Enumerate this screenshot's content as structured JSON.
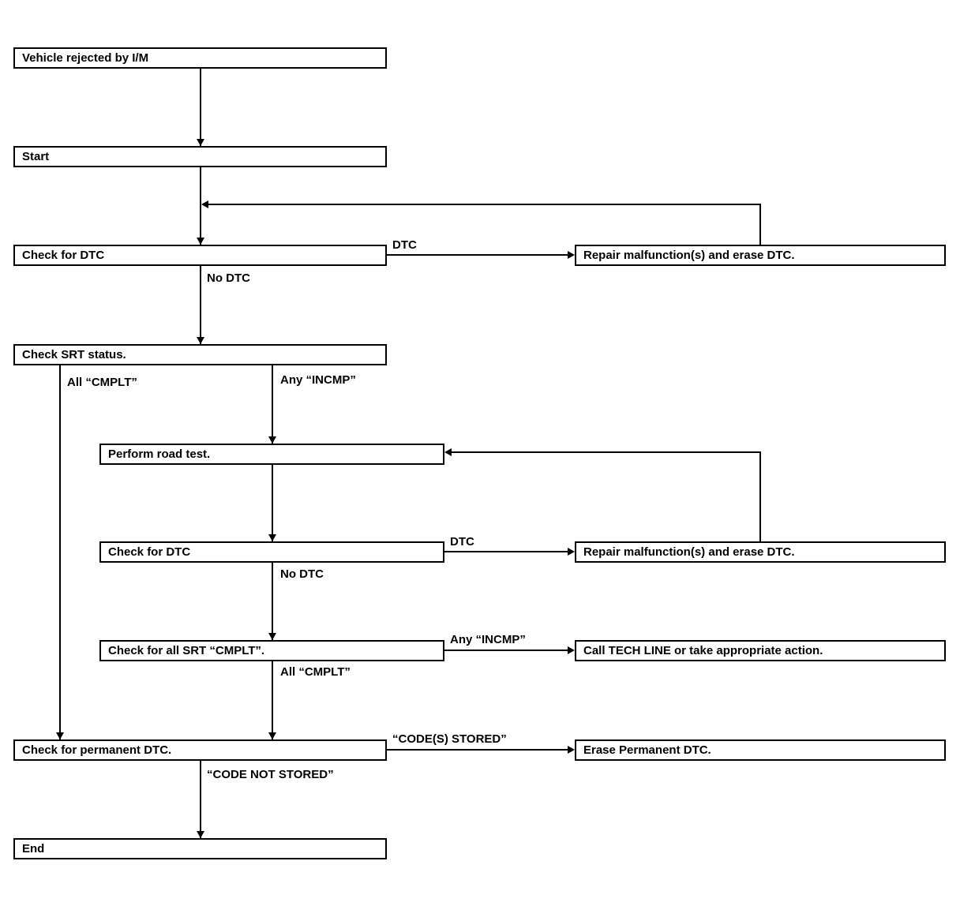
{
  "diagram": {
    "background": "#ffffff",
    "line_color": "#000000",
    "nodes": {
      "vehicle_rejected": "Vehicle rejected by I/M",
      "start": "Start",
      "check_dtc_1": "Check for DTC",
      "repair_1": "Repair malfunction(s) and erase DTC.",
      "check_srt": "Check SRT status.",
      "road_test": "Perform road test.",
      "check_dtc_2": "Check for DTC",
      "repair_2": "Repair malfunction(s) and erase DTC.",
      "check_all_srt": "Check for all SRT “CMPLT”.",
      "tech_line": "Call TECH LINE or take appropriate action.",
      "check_permanent": "Check for permanent DTC.",
      "erase_permanent": "Erase Permanent DTC.",
      "end": "End"
    },
    "edge_labels": {
      "dtc_1": "DTC",
      "no_dtc_1": "No DTC",
      "all_cmplt_1": "All “CMPLT”",
      "any_incmp_1": "Any “INCMP”",
      "dtc_2": "DTC",
      "no_dtc_2": "No DTC",
      "any_incmp_2": "Any “INCMP”",
      "all_cmplt_2": "All “CMPLT”",
      "codes_stored": "“CODE(S) STORED”",
      "code_not_stored": "“CODE NOT STORED”"
    },
    "edges": [
      {
        "from": "vehicle_rejected",
        "to": "start",
        "label": ""
      },
      {
        "from": "start",
        "to": "check_dtc_1",
        "label": ""
      },
      {
        "from": "check_dtc_1",
        "to": "repair_1",
        "label": "DTC"
      },
      {
        "from": "repair_1",
        "to": "check_dtc_1",
        "label": ""
      },
      {
        "from": "check_dtc_1",
        "to": "check_srt",
        "label": "No DTC"
      },
      {
        "from": "check_srt",
        "to": "check_permanent",
        "label": "All “CMPLT”"
      },
      {
        "from": "check_srt",
        "to": "road_test",
        "label": "Any “INCMP”"
      },
      {
        "from": "road_test",
        "to": "check_dtc_2",
        "label": ""
      },
      {
        "from": "check_dtc_2",
        "to": "repair_2",
        "label": "DTC"
      },
      {
        "from": "repair_2",
        "to": "road_test",
        "label": ""
      },
      {
        "from": "check_dtc_2",
        "to": "check_all_srt",
        "label": "No DTC"
      },
      {
        "from": "check_all_srt",
        "to": "tech_line",
        "label": "Any “INCMP”"
      },
      {
        "from": "check_all_srt",
        "to": "check_permanent",
        "label": "All “CMPLT”"
      },
      {
        "from": "check_permanent",
        "to": "erase_permanent",
        "label": "“CODE(S) STORED”"
      },
      {
        "from": "check_permanent",
        "to": "end",
        "label": "“CODE NOT STORED”"
      }
    ]
  }
}
